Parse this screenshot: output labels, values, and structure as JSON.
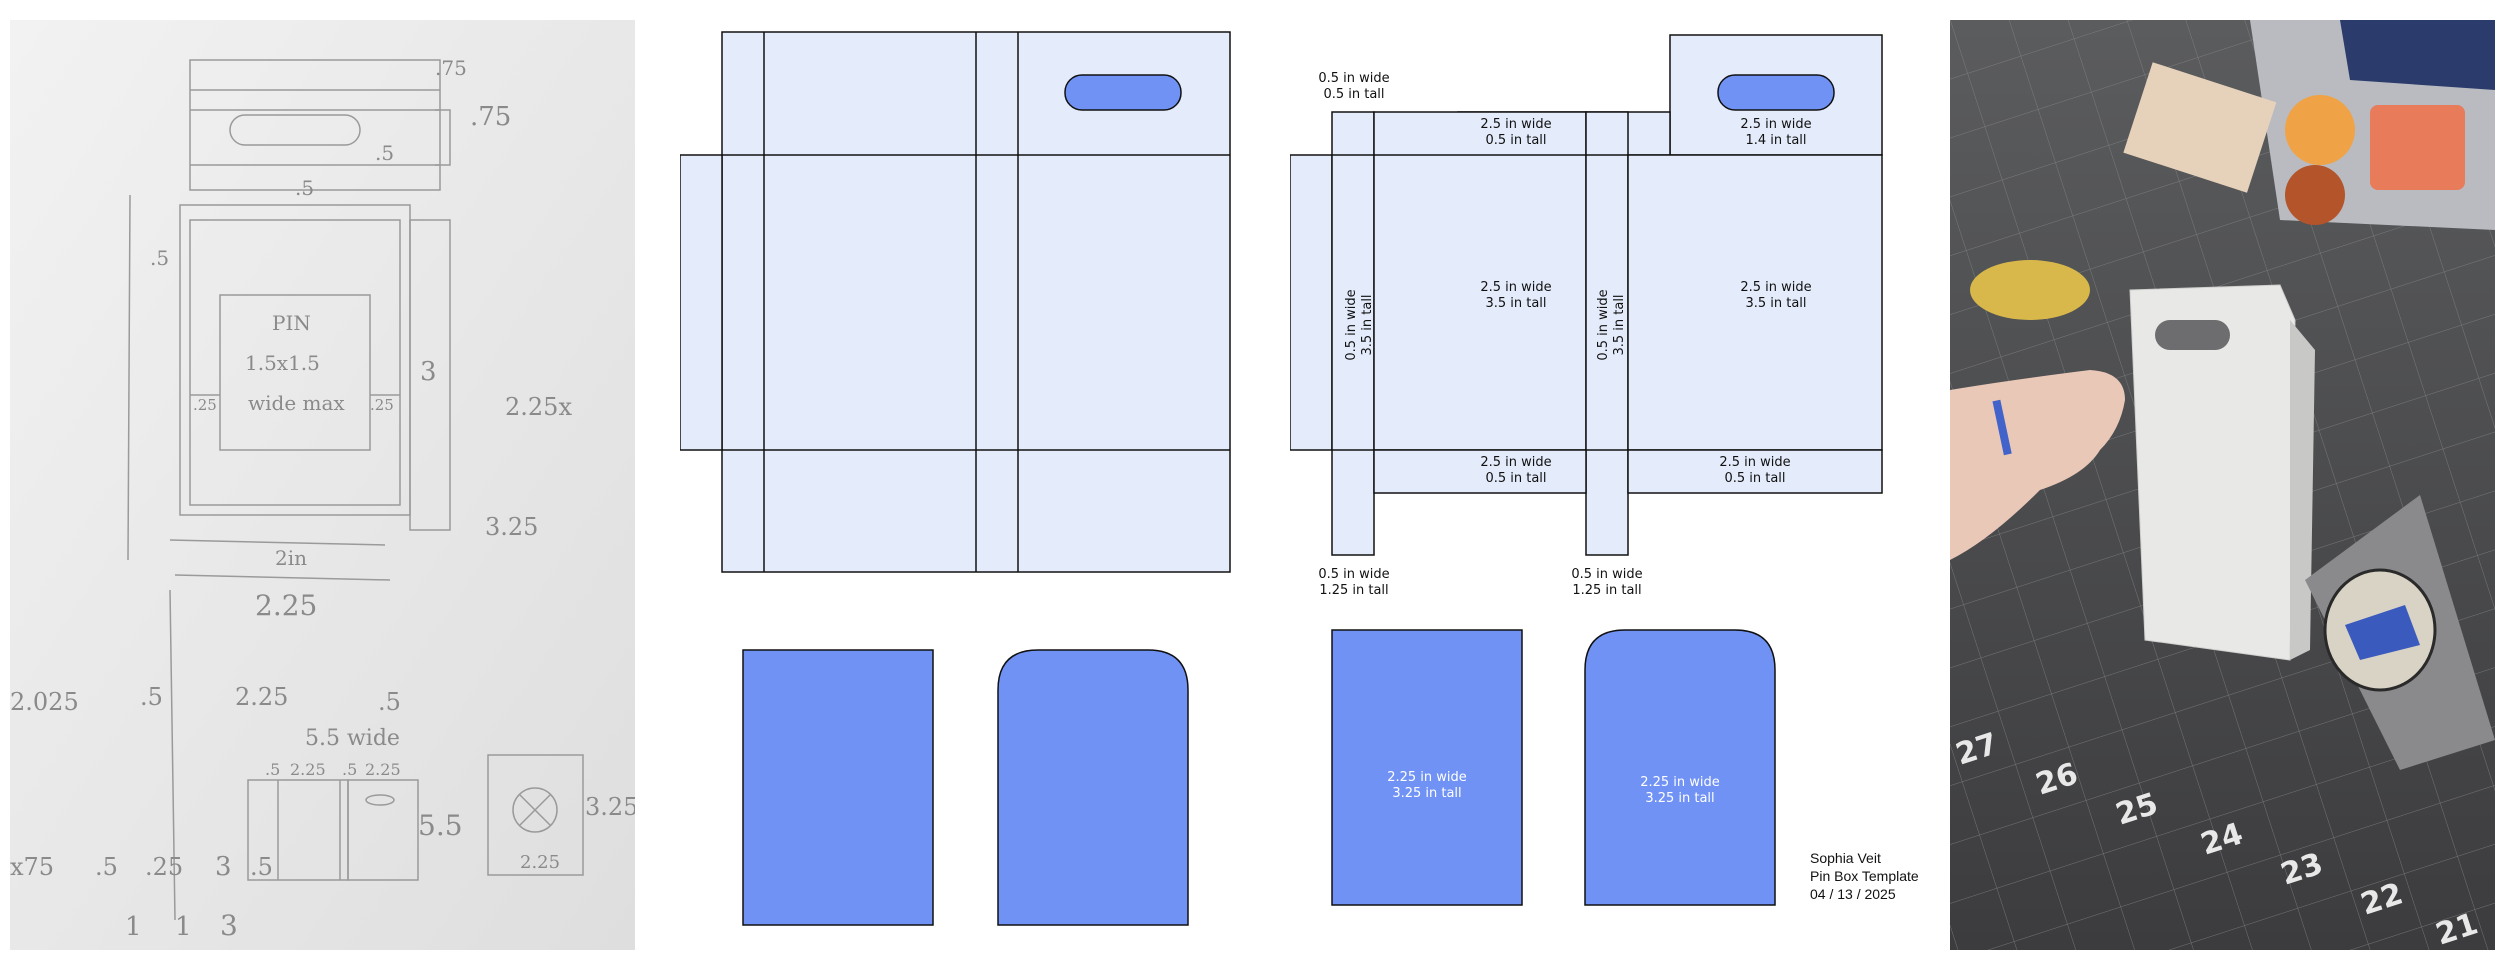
{
  "colors": {
    "panel_fill": "#e4ecfb",
    "accent_blue": "#7092f5",
    "stroke": "#111111"
  },
  "sketch": {
    "title_pin": "PIN",
    "pin_size": "1.5x1.5",
    "pin_note": "wide max",
    "dims": [
      ".75",
      ".75",
      ".5",
      ".5",
      ".5",
      "3",
      "2.25x",
      "3.25",
      ".25",
      ".25",
      "2in",
      "2.25",
      "2.025",
      ".5",
      "2.25",
      ".5",
      "5.5 wide",
      ".5",
      "2.25",
      ".5",
      "2.25",
      "5.5",
      "3.25",
      "2.25",
      "x75",
      ".5",
      ".25",
      "3",
      ".5",
      "1",
      "1",
      "3"
    ]
  },
  "dimensions": {
    "tab_top_left": "0.5 in wide\n0.5 in tall",
    "flap_top_front": "2.5 in wide\n0.5 in tall",
    "flap_top_back": "2.5 in wide\n1.4 in tall",
    "side_left": "0.5 in wide\n3.5 in tall",
    "front": "2.5 in wide\n3.5 in tall",
    "side_right": "0.5 in wide\n3.5 in tall",
    "back": "2.5 in wide\n3.5 in tall",
    "flap_bottom_front": "2.5 in wide\n0.5 in tall",
    "flap_bottom_back": "2.5 in wide\n0.5 in tall",
    "tab_bottom_left": "0.5 in wide\n1.25 in tall",
    "tab_bottom_right": "0.5 in wide\n1.25 in tall",
    "card_square": "2.25 in wide\n3.25 in tall",
    "card_rounded": "2.25 in wide\n3.25 in tall"
  },
  "credit": {
    "author": "Sophia Veit",
    "project": "Pin Box Template",
    "date": "04 / 13 / 2025"
  },
  "photo": {
    "ruler_numbers": [
      "27",
      "26",
      "25",
      "24",
      "23",
      "22",
      "21"
    ]
  }
}
